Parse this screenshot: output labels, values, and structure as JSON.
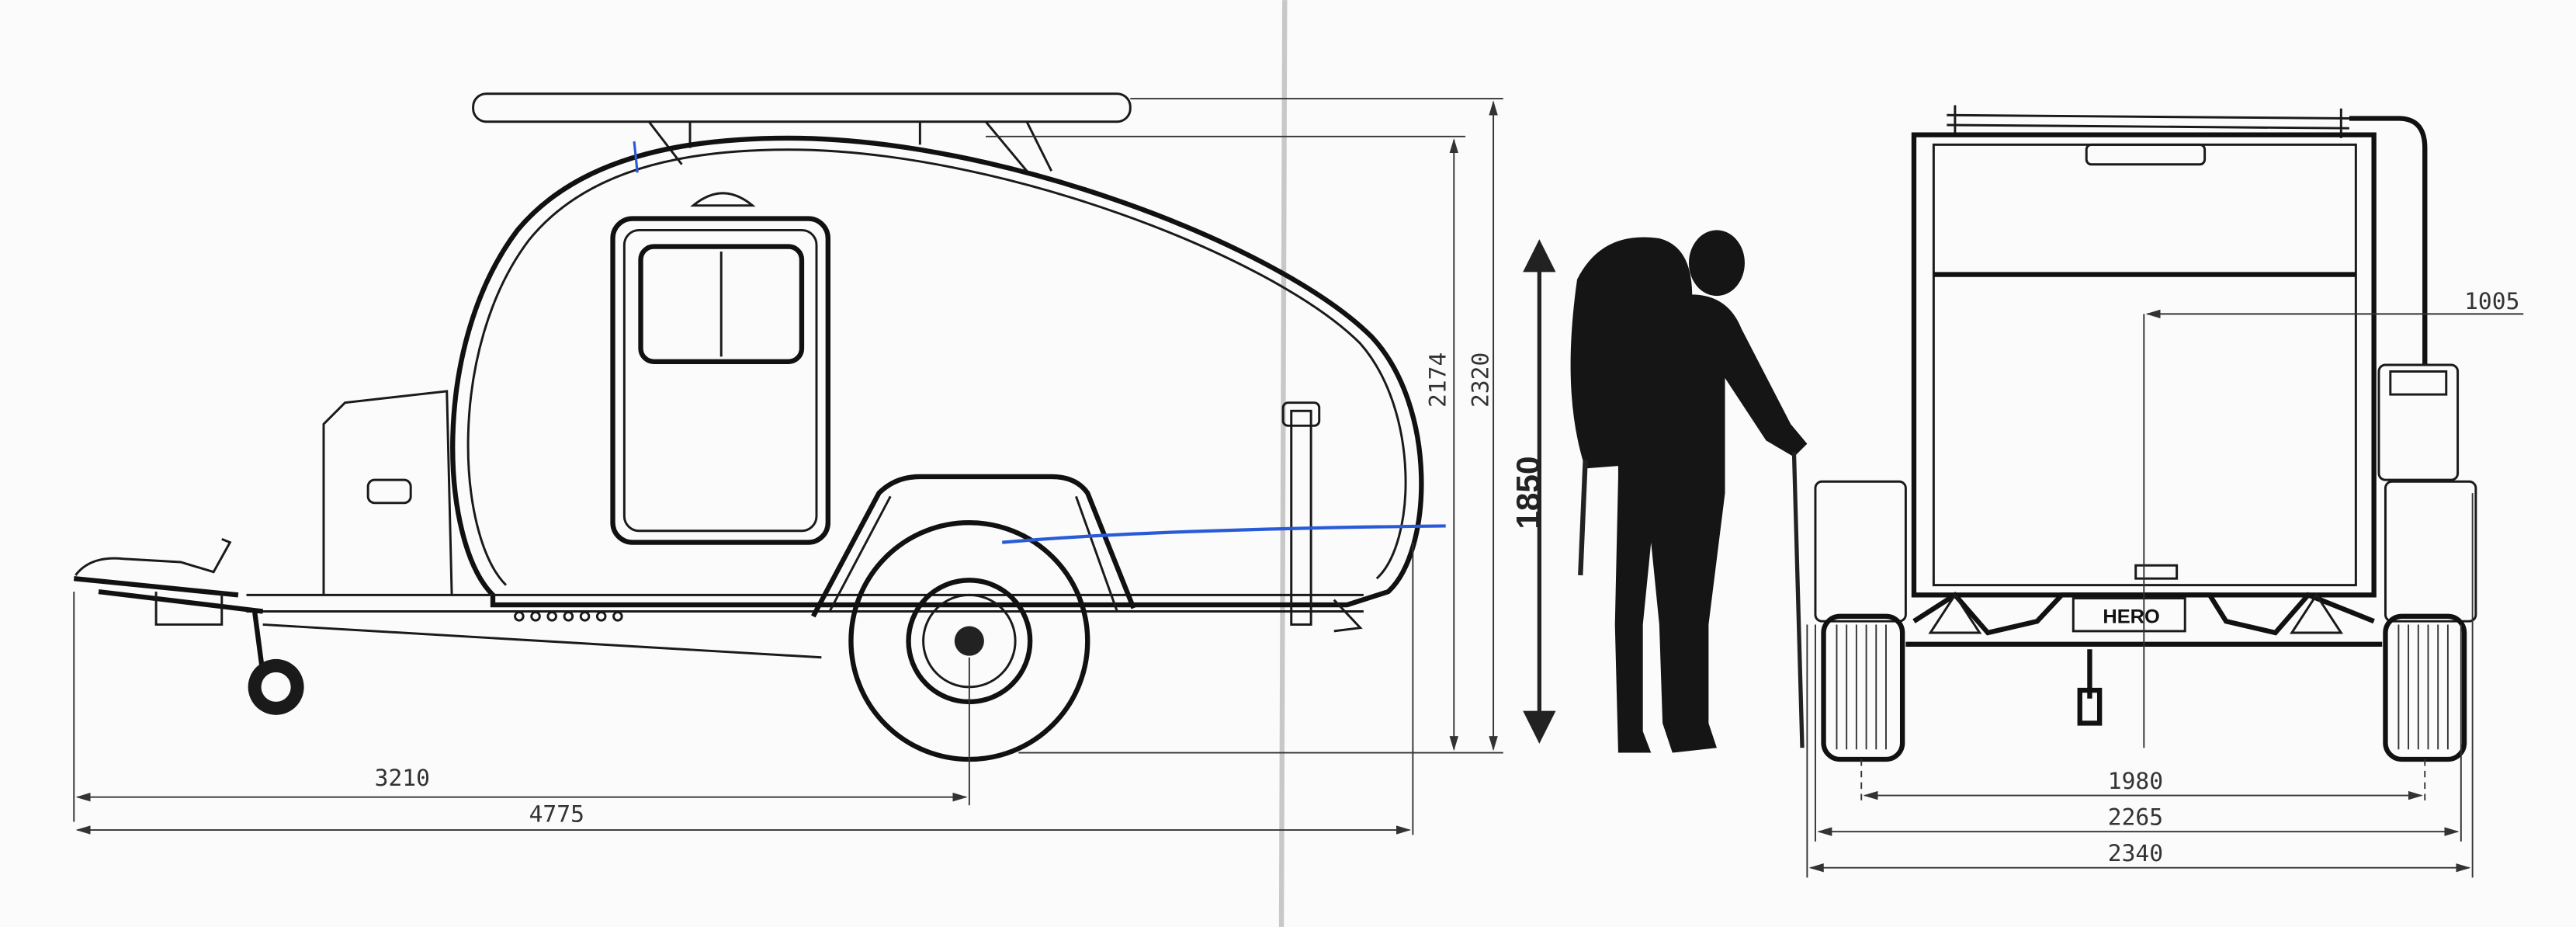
{
  "side_view": {
    "dimensions": {
      "axle_to_hitch": "3210",
      "overall_length": "4775",
      "body_height": "2174",
      "overall_height": "2320"
    }
  },
  "person_reference": {
    "height_label": "1850"
  },
  "rear_view": {
    "brand_plate": "HERO",
    "dimensions": {
      "rack_offset": "1005",
      "track_width": "1980",
      "fender_width": "2265",
      "overall_width": "2340"
    }
  },
  "colors": {
    "line": "#1a1a1a",
    "paper": "#fbfbfb",
    "pen_mark": "#2a5bd7"
  }
}
